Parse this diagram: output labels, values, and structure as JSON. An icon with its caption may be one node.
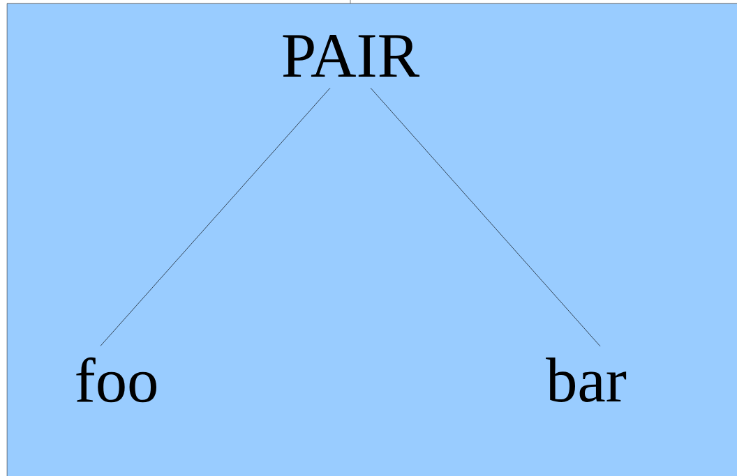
{
  "diagram": {
    "nodes": [
      {
        "text": [
          "PAIR"
        ]
      },
      {
        "text": [
          "foo"
        ]
      },
      {
        "text": [
          "bar"
        ]
      }
    ],
    "edges": [
      {
        "from": 0,
        "to": 1,
        "arrow": "none"
      },
      {
        "from": 0,
        "to": 2,
        "arrow": "none"
      }
    ]
  }
}
